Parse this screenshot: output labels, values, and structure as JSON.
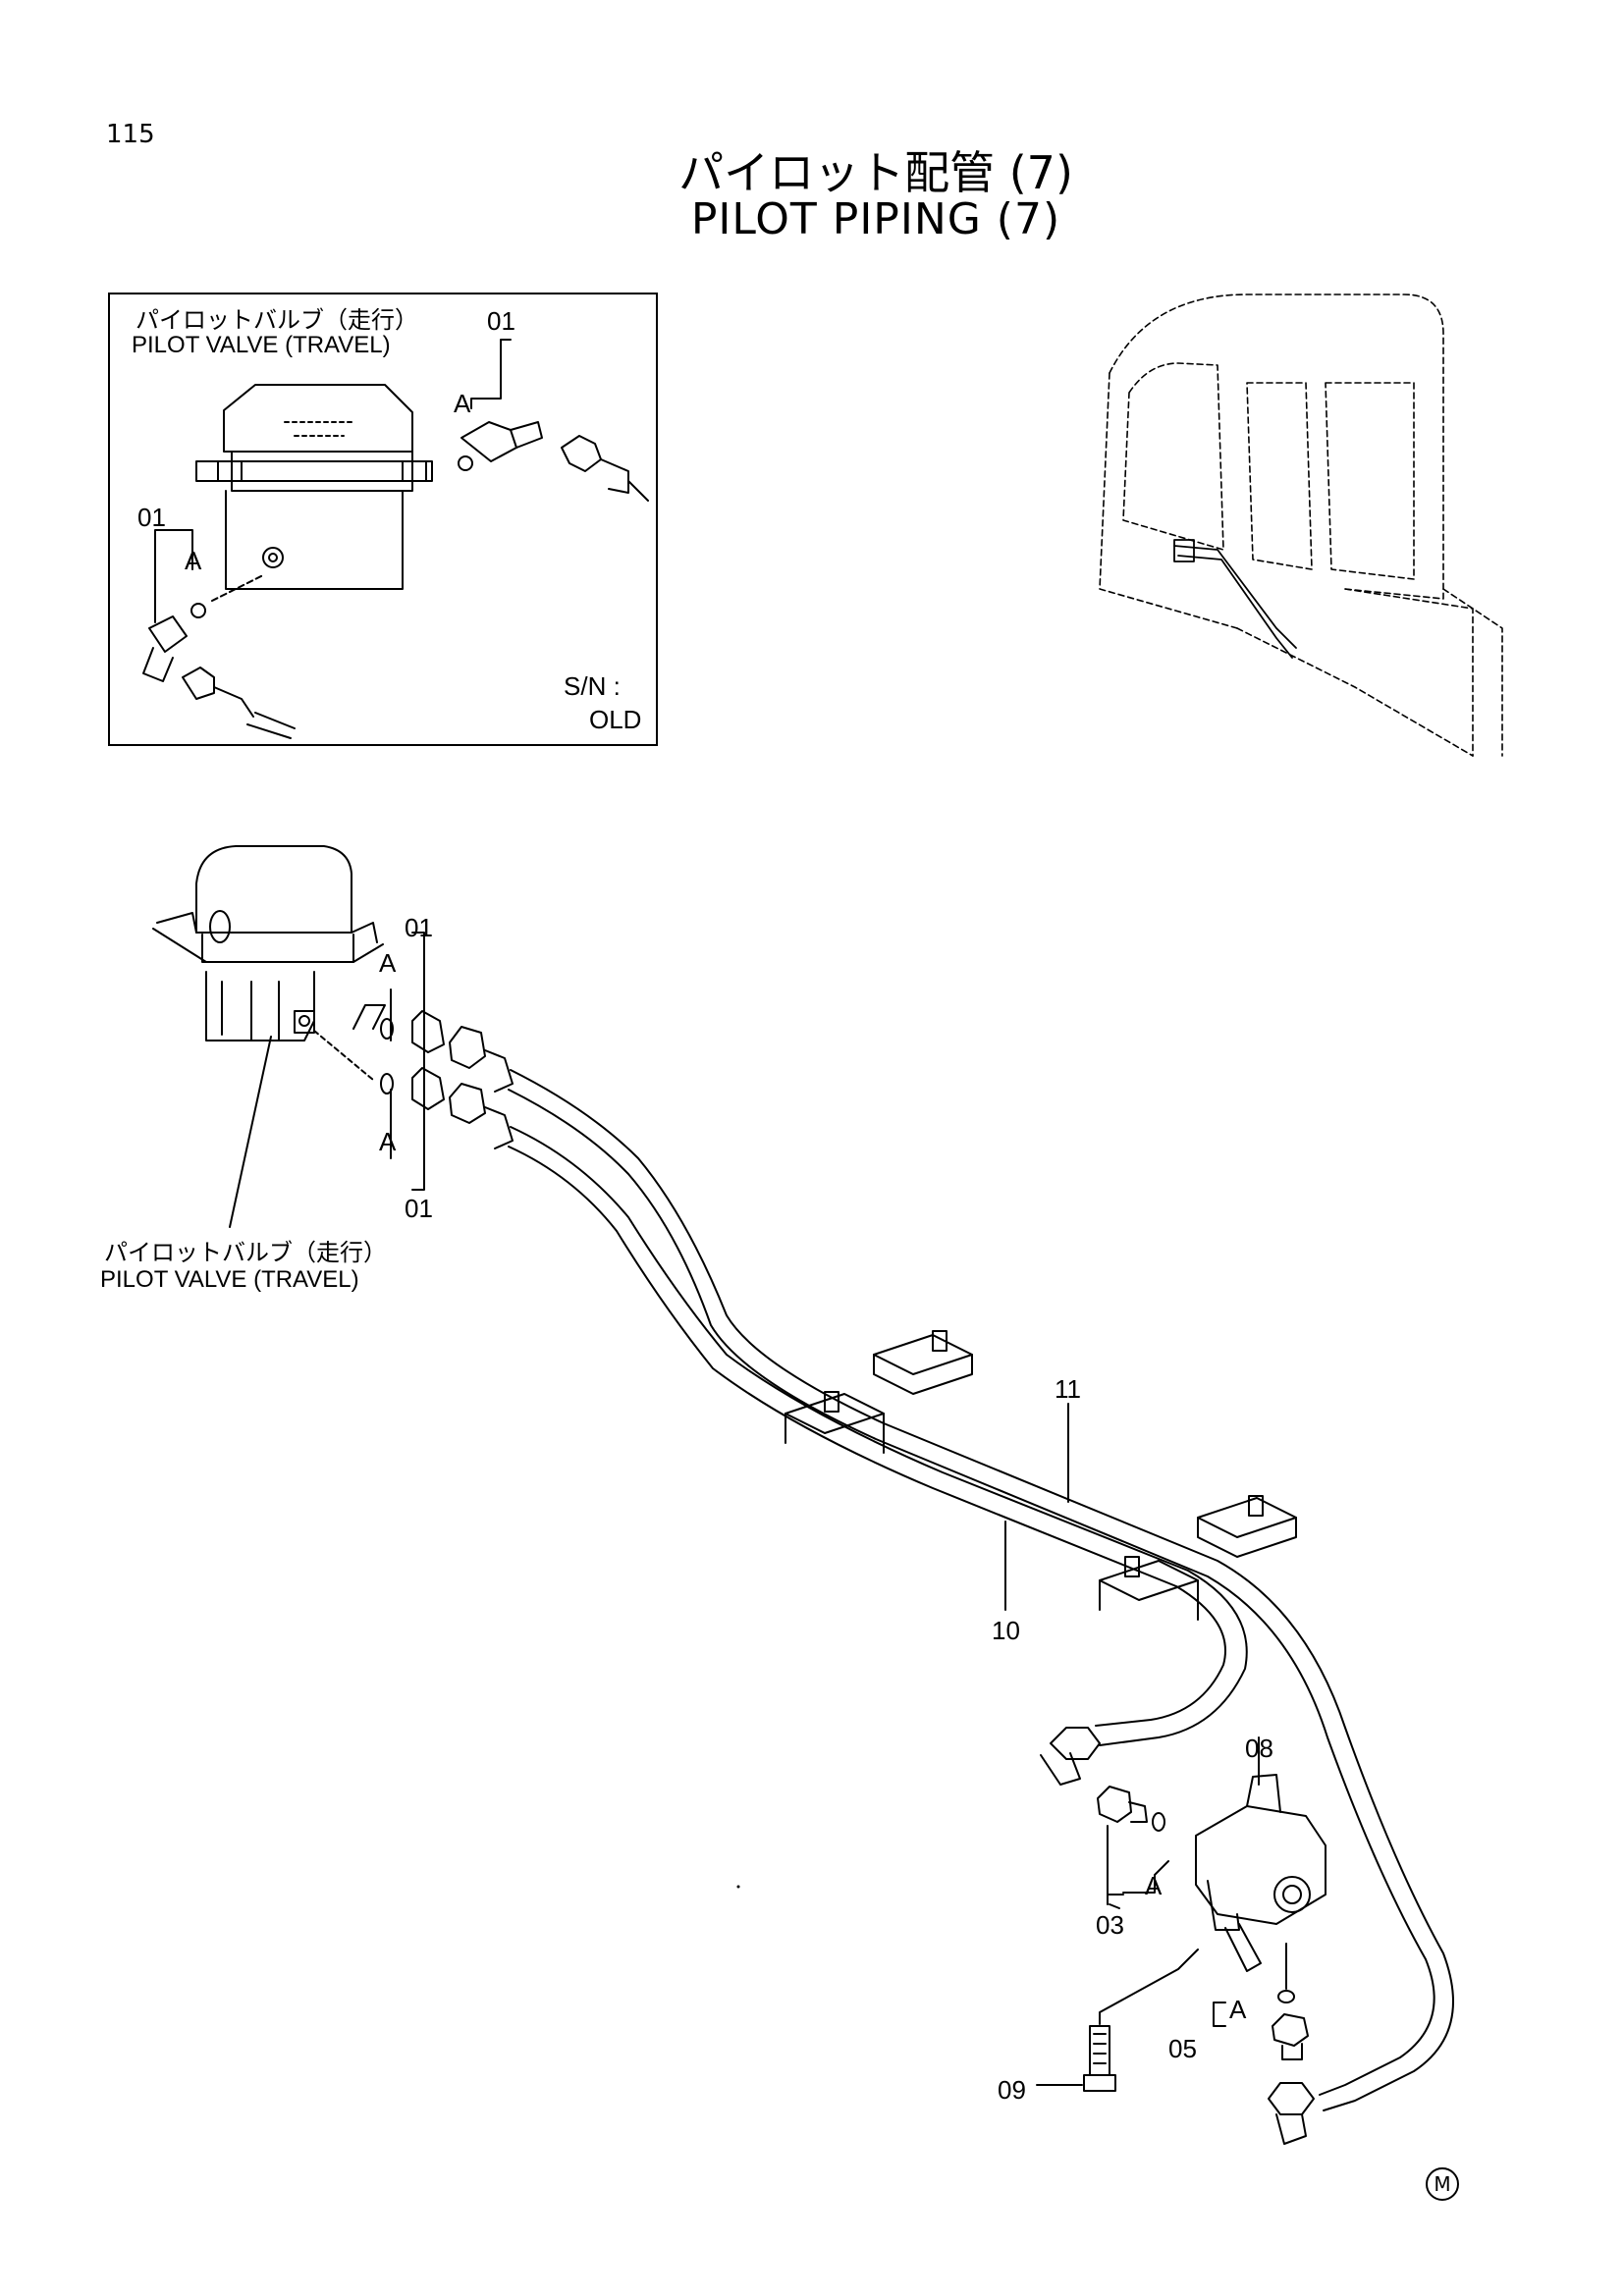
{
  "page_number": "115",
  "title": {
    "japanese": "パイロット配管 (7)",
    "english": "PILOT PIPING (7)"
  },
  "inset": {
    "component_label_jp": "パイロットバルブ（走行）",
    "component_label_en": "PILOT VALVE (TRAVEL)",
    "serial_note_line1": "S/N :",
    "serial_note_line2": "OLD",
    "callouts": [
      "01",
      "01"
    ],
    "detail_marks": [
      "A",
      "A"
    ]
  },
  "main": {
    "component_label_jp": "パイロットバルブ（走行）",
    "component_label_en": "PILOT VALVE (TRAVEL)",
    "part_numbers": {
      "fitting_upper": "01",
      "fitting_lower": "01",
      "hose_a": "10",
      "hose_b": "11",
      "valve_body": "08",
      "adapter": "03",
      "connector": "05",
      "bolt": "09"
    },
    "detail_mark": "A"
  },
  "footer_mark": "M"
}
